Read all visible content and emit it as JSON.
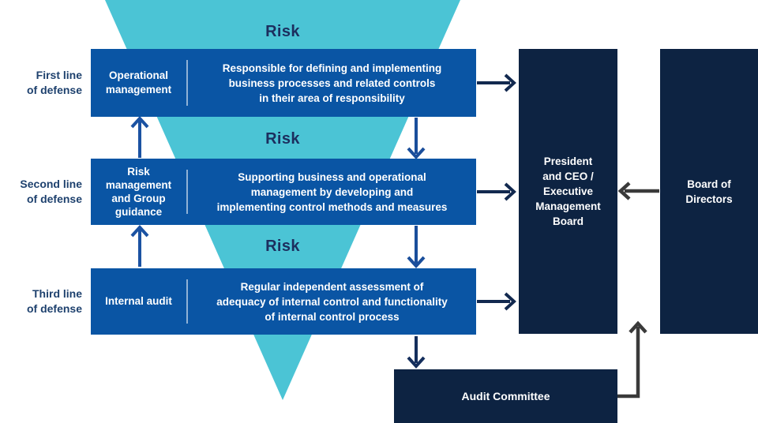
{
  "palette": {
    "funnel_cyan": "#4BC4D5",
    "row_blue": "#0A55A4",
    "panel_navy": "#0D2342",
    "risk_text_navy": "#1C2E5E",
    "side_label_navy": "#1E416E",
    "arrow_blue": "#1B52A2",
    "arrow_dark_navy": "#142E5C",
    "arrow_gray": "#3A3A3A"
  },
  "funnel": {
    "risk_labels": [
      "Risk",
      "Risk",
      "Risk"
    ]
  },
  "defense_lines": [
    {
      "side_label": "First line\nof defense",
      "title": "Operational\nmanagement",
      "description": "Responsible for defining and implementing\nbusiness processes and related controls\nin their area of responsibility"
    },
    {
      "side_label": "Second line\nof defense",
      "title": "Risk\nmanagement\nand Group\nguidance",
      "description": "Supporting business and operational\nmanagement by developing and\nimplementing control methods and measures"
    },
    {
      "side_label": "Third line\nof defense",
      "title": "Internal audit",
      "description": "Regular independent assessment of\nadequacy of internal control and functionality\nof internal control process"
    }
  ],
  "governance": {
    "president_box": "President\nand CEO /\nExecutive\nManagement\nBoard",
    "board_box": "Board of\nDirectors",
    "audit_box": "Audit Committee"
  }
}
